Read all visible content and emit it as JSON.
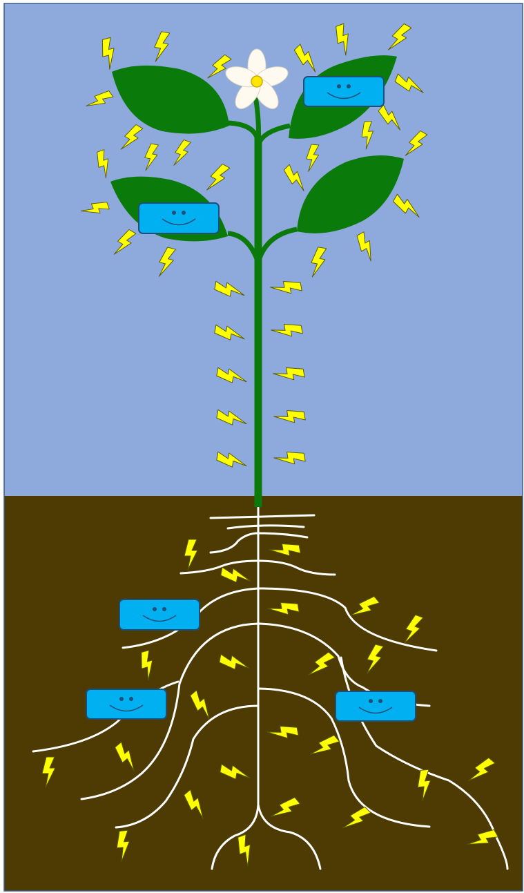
{
  "colors": {
    "sky": "#8EA9DB",
    "soil": "#4D3B03",
    "stem": "#0B7A0B",
    "leaf": "#0A7A0A",
    "root": "#FFFFFF",
    "bolt_fill": "#FFFF00",
    "bolt_outline": "#5A5A00",
    "sensor_fill": "#00B0F0",
    "sensor_outline": "#1F4E79",
    "flower_petal": "#FFFAF0",
    "flower_center": "#FFE600"
  },
  "icons": {
    "bolt": "lightning-bolt-icon",
    "sensor": "smiley-sensor-icon",
    "flower": "flower-icon"
  },
  "components": {
    "sensor_count": 5,
    "leaf_count": 4,
    "flower_count": 1
  }
}
